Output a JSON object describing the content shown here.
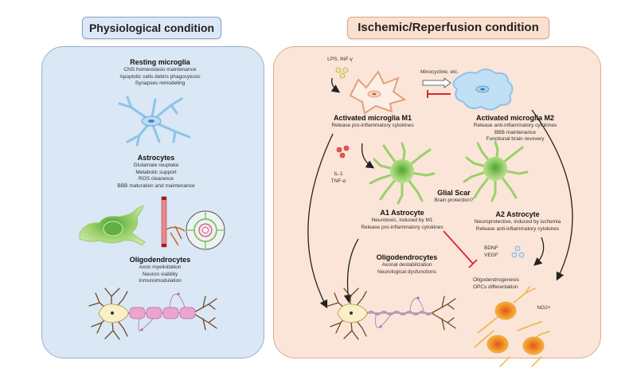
{
  "physiological": {
    "title": "Physiological condition",
    "resting_microglia": {
      "heading": "Resting microglia",
      "lines": [
        "CNS homeostasis maintenance",
        "Apoptotic cells debris phagocytosis",
        "Synapses remodeling"
      ]
    },
    "astrocytes": {
      "heading": "Astrocytes",
      "lines": [
        "Glutamate reuptake",
        "Metabolic support",
        "ROS clearance",
        "BBB maturation and maintenance"
      ]
    },
    "oligodendrocytes": {
      "heading": "Oligodendrocytes",
      "lines": [
        "Axon myelinitation",
        "Neuron viability",
        "Inmunomodulation"
      ]
    }
  },
  "ischemic": {
    "title": "Ischemic/Reperfusion condition",
    "stimulus_label": "LPS, INF-γ",
    "switch_label": "Minocycline, etc.",
    "m1": {
      "heading": "Activated microglia M1",
      "lines": [
        "Release pro-inflammatory cytokines"
      ]
    },
    "m2": {
      "heading": "Activated microglia M2",
      "lines": [
        "Release anti-inflammatory cytokines",
        "BBB maintenance",
        "Functional brain revovery"
      ]
    },
    "cytokines": [
      "IL-1",
      "TNF-α"
    ],
    "glial_scar": {
      "heading": "Glial Scar",
      "lines": [
        "Brain protection?"
      ]
    },
    "a1": {
      "heading": "A1 Astrocyte",
      "lines": [
        "Neurotoxic, induced by M1",
        "Release pro-inflammatory cytokines"
      ]
    },
    "a2": {
      "heading": "A2 Astrocyte",
      "lines": [
        "Neuroprotective, induced by ischemia",
        "Release anti-inflammatory cytokines"
      ]
    },
    "oligodendrocytes": {
      "heading": "Oligodendrocytes",
      "lines": [
        "Axonal destabilization",
        "Neurological dysfunctions"
      ]
    },
    "growth_factors": [
      "BDNF",
      "VEGF"
    ],
    "oligodendrogenesis": {
      "lines": [
        "Oligodendrogenesis",
        "OPCs differentation"
      ]
    },
    "ng2_label": "NG2+"
  },
  "colors": {
    "left_panel": "#dae7f5",
    "right_panel": "#fbe5d8",
    "inhibit_arrow": "#d9262c",
    "astrocyte_green": "#8cc85a",
    "microglia_blue": "#8ec3e8",
    "opc_orange": "#f2a52a"
  }
}
